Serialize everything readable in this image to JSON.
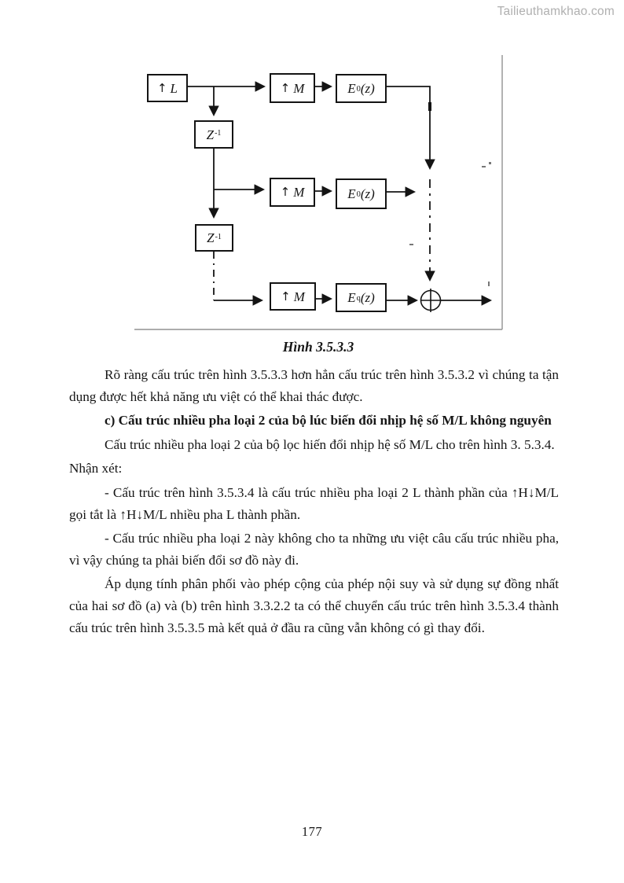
{
  "watermark": "Tailieuthamkhao.com",
  "figure": {
    "caption": "Hình 3.5.3.3",
    "blocks": {
      "up_l": {
        "arrow": "↑",
        "letter": "L"
      },
      "up_m_1": {
        "arrow": "↑",
        "letter": "M"
      },
      "up_m_2": {
        "arrow": "↑",
        "letter": "M"
      },
      "up_m_3": {
        "arrow": "↑",
        "letter": "M"
      },
      "delay_1": {
        "base": "Z",
        "sup": "-1"
      },
      "delay_2": {
        "base": "Z",
        "sup": "-1"
      },
      "e_1": {
        "base": "E",
        "sub": "0",
        "suffix": "(z)"
      },
      "e_2": {
        "base": "E",
        "sub": "0",
        "suffix": "(z)"
      },
      "e_3": {
        "base": "E",
        "sub": "q",
        "suffix": "(z)"
      }
    }
  },
  "content": {
    "p1": "Rõ ràng cấu trúc trên hình 3.5.3.3 hơn hẳn cấu trúc trên hình 3.5.3.2 vì chúng ta tận dụng được hết khả năng ưu việt có thể khai thác được.",
    "heading_c": "c) Cấu trúc nhiều pha loại 2 của bộ lúc biến đổi nhịp hệ số M/L không nguyên",
    "p2": "Cấu trúc nhiều pha loại 2 của bộ lọc hiến đổi nhịp hệ số M/L cho trên hình 3. 5.3.4.",
    "note_label": "Nhận xét:",
    "p3": "- Cấu trúc trên hình 3.5.3.4 là cấu trúc nhiều pha loại 2 L thành phần của ↑H↓M/L gọi tắt là ↑H↓M/L nhiều pha L thành phần.",
    "p4": "- Cấu trúc nhiều pha loại 2 này không cho ta những ưu việt câu cấu trúc nhiều pha, vì vậy chúng ta phải biến đổi sơ đồ này đi.",
    "p5": "Áp dụng tính phân phối vào phép cộng của phép nội suy và sử dụng sự đồng nhất của hai sơ đồ (a) và (b) trên hình 3.3.2.2 ta có thể chuyển cấu trúc trên hình 3.5.3.4 thành cấu trúc trên hình 3.5.3.5 mà kết quả ở đầu ra cũng vẫn không có gì thay đổi.",
    "page_number": "177"
  }
}
